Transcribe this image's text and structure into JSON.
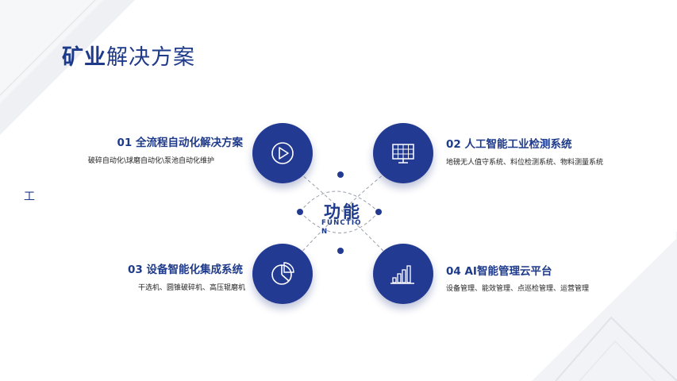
{
  "title": {
    "bold": "矿业",
    "rest": "解决方案"
  },
  "side_char": "工",
  "center": {
    "title": "功能",
    "subtitle": "FUNCTION"
  },
  "features": [
    {
      "heading": "01 全流程自动化解决方案",
      "desc": "破碎自动化\\球磨自动化\\泵池自动化维护",
      "icon": "play-icon"
    },
    {
      "heading": "02 人工智能工业检测系统",
      "desc": "地磅无人值守系统、料位检测系统、物料测量系统",
      "icon": "monitor-grid-icon"
    },
    {
      "heading": "03 设备智能化集成系统",
      "desc": "干选机、圆锥破碎机、高压辊磨机",
      "icon": "pie-chart-icon"
    },
    {
      "heading": "04 AI智能管理云平台",
      "desc": "设备管理、能效管理、点巡检管理、运营管理",
      "icon": "bar-chart-icon"
    }
  ],
  "colors": {
    "primary": "#233a92",
    "text": "#1e3a8a",
    "line": "#9aa0ab"
  }
}
